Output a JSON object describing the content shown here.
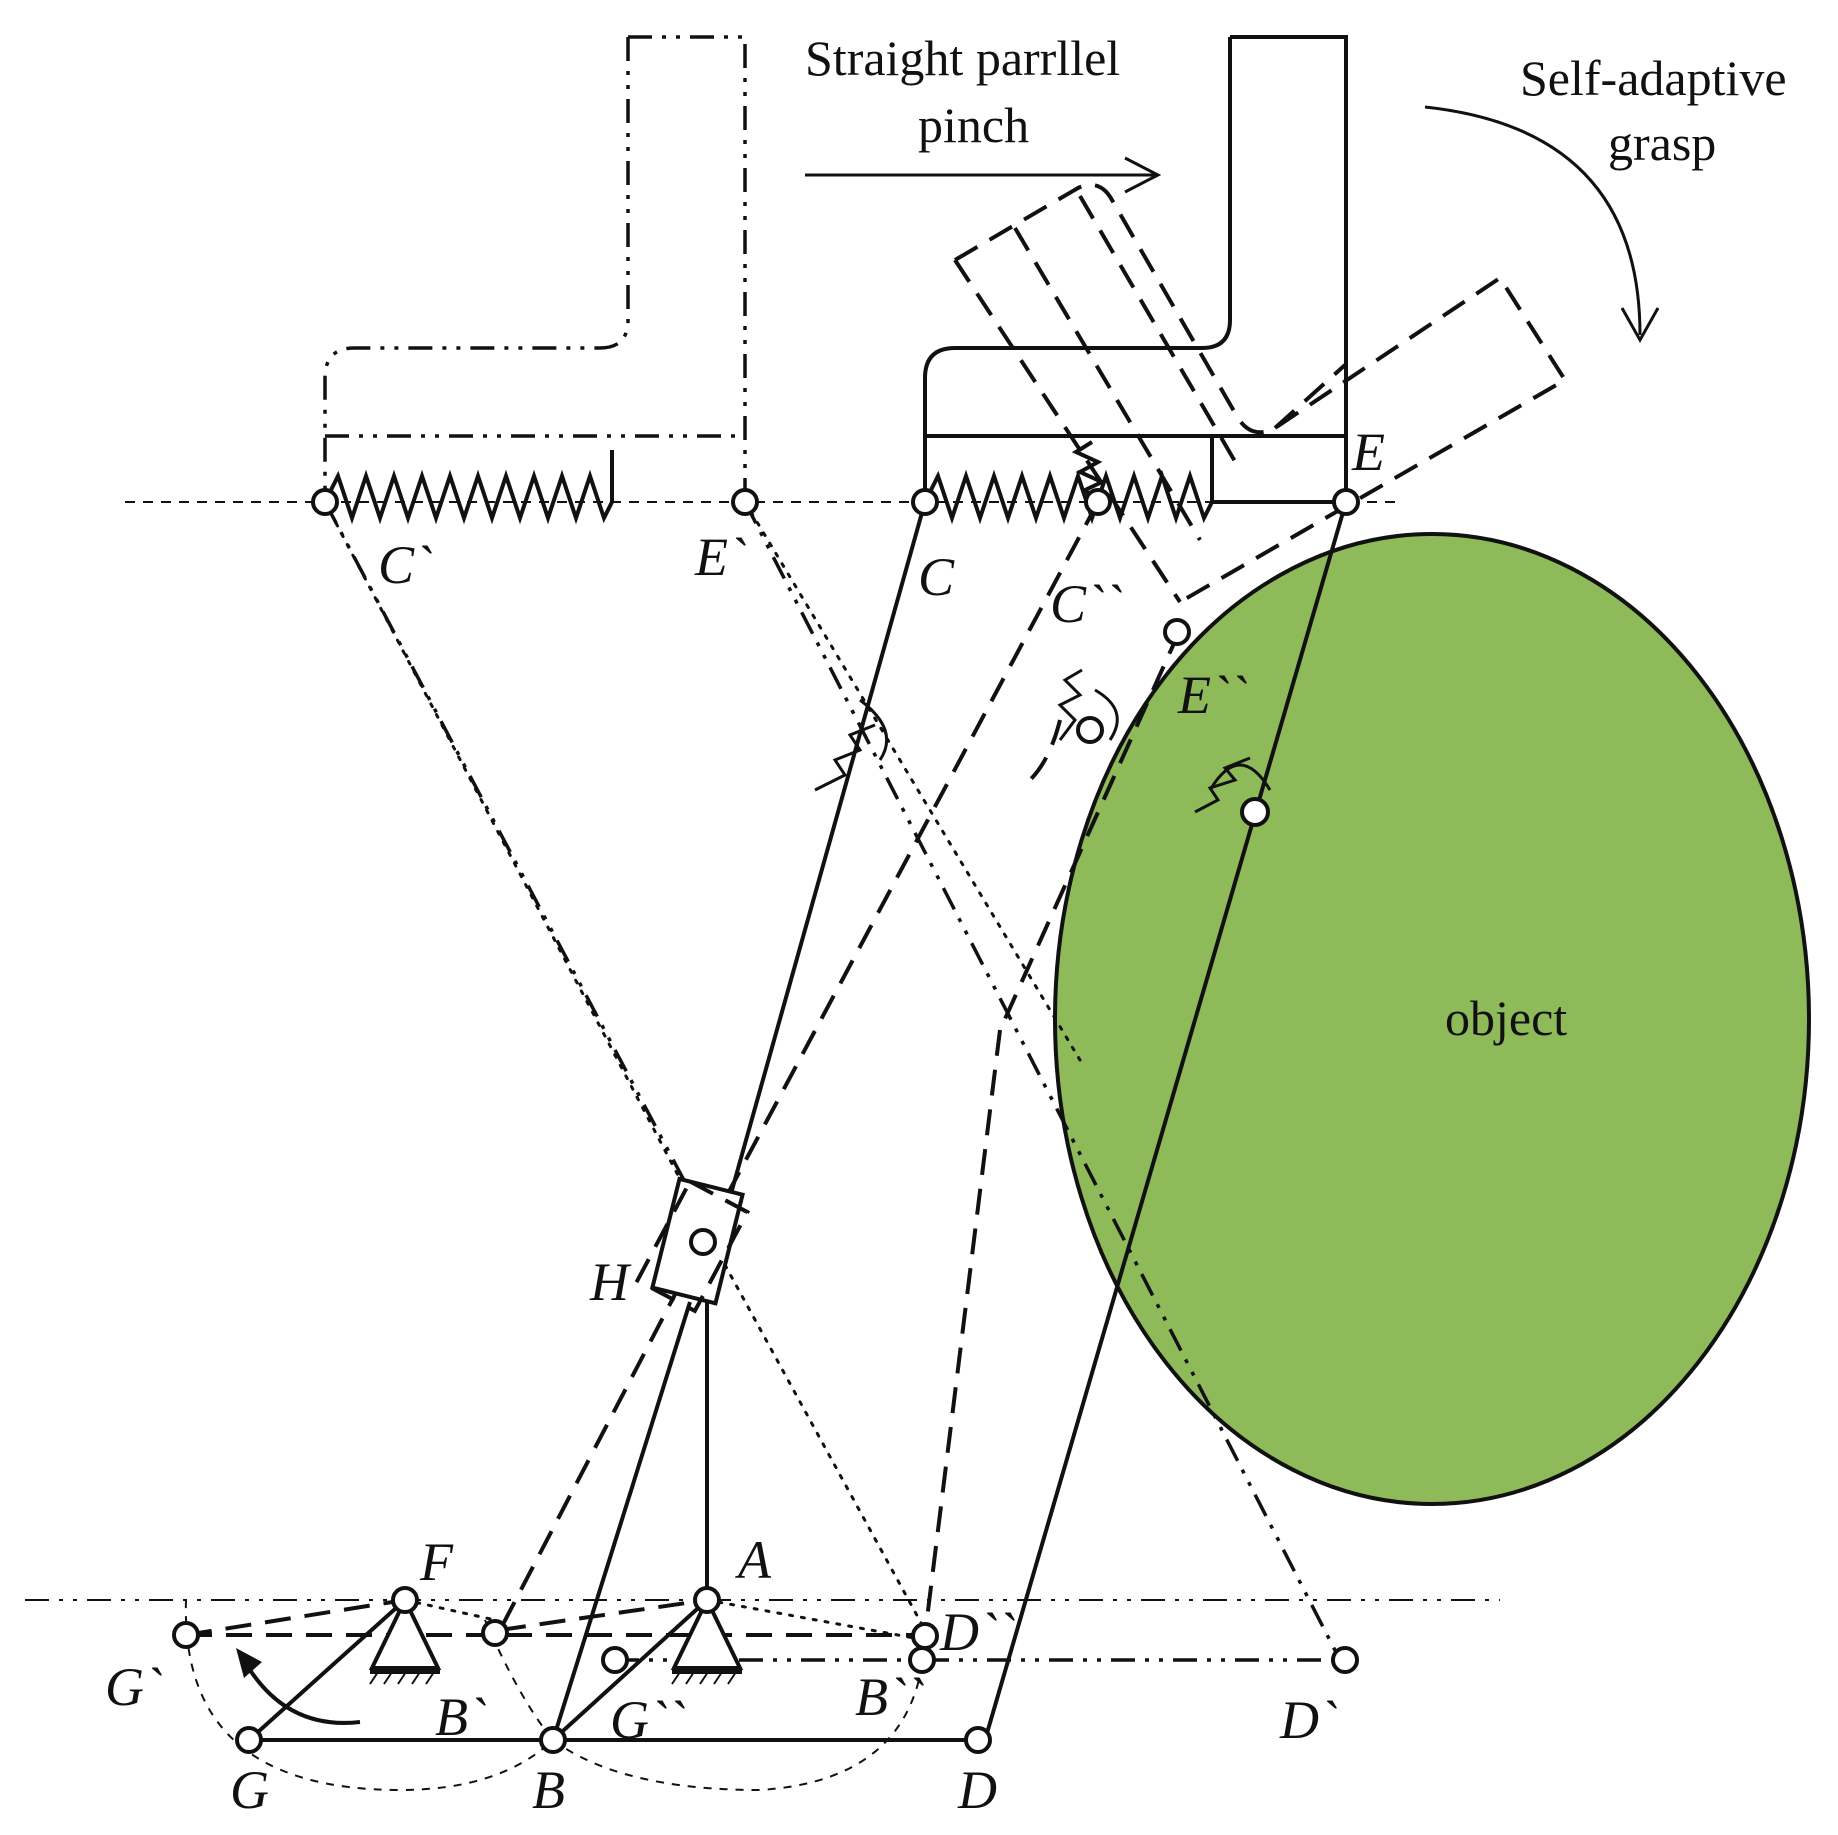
{
  "captions": {
    "pinch_line1": "Straight parrllel",
    "pinch_line2": "pinch",
    "grasp_line1": "Self-adaptive",
    "grasp_line2": "grasp",
    "object": "object"
  },
  "points": {
    "A": "A",
    "B": "B",
    "C": "C",
    "D": "D",
    "E": "E",
    "F": "F",
    "G": "G",
    "H": "H",
    "C_prime": "C`",
    "E_prime": "E`",
    "D_prime_right": "D`",
    "D_prime_mid": "D``",
    "B_prime_left": "B`",
    "B_prime_mid": "B``",
    "G_prime_left": "G`",
    "G_prime_mid": "G``",
    "C_dprime": "C``",
    "E_dprime": "E``"
  },
  "colors": {
    "object_fill": "#8fba5a",
    "line": "#111111",
    "background": "#ffffff"
  }
}
